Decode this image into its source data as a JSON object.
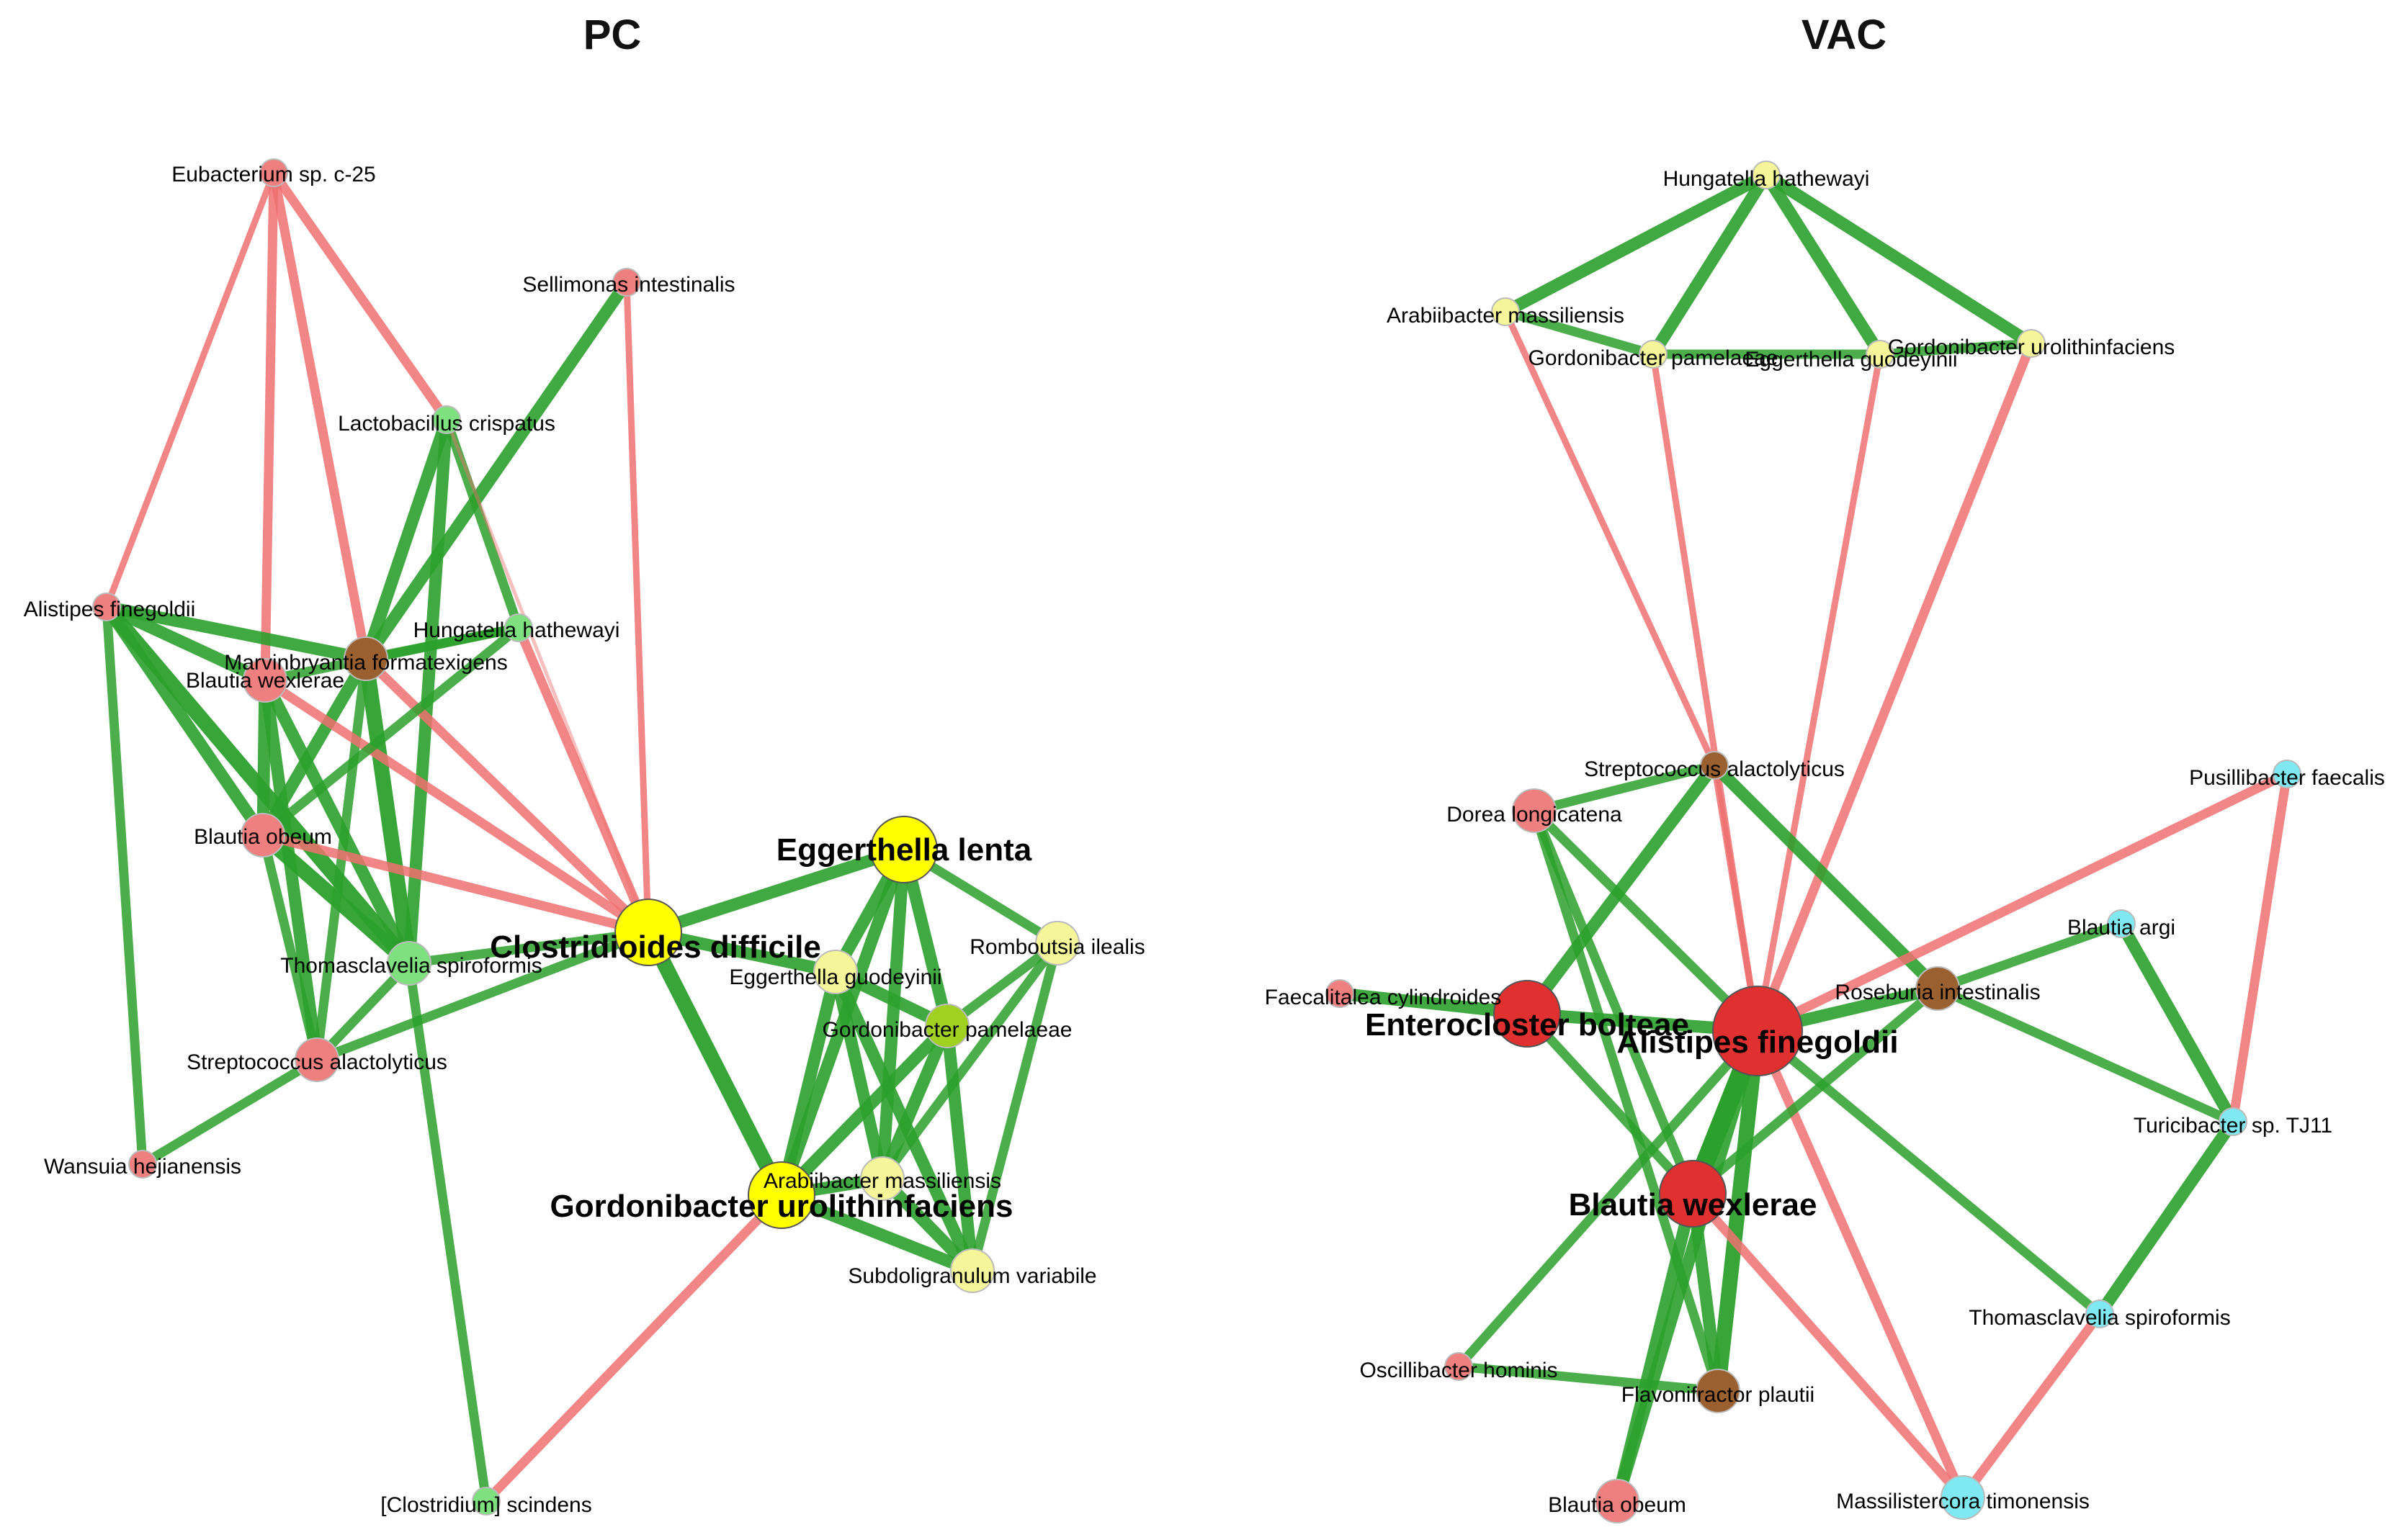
{
  "colors": {
    "positive_edge": "#2ca02c",
    "negative_edge": "#f07070",
    "group_red": "#f08080",
    "group_red_strong": "#e03030",
    "group_green": "#7fe07f",
    "group_yellow": "#ffff00",
    "group_yellow_soft": "#f5f59a",
    "group_cyan": "#7fe8f0",
    "group_brown": "#9a6030"
  },
  "panels": [
    {
      "title": "PC",
      "nodes": [
        {
          "id": "eub",
          "label": "Eubacterium sp. c-25",
          "group": "red",
          "size": "s"
        },
        {
          "id": "sel",
          "label": "Sellimonas intestinalis",
          "group": "red",
          "size": "s"
        },
        {
          "id": "lac",
          "label": "Lactobacillus crispatus",
          "group": "green",
          "size": "s"
        },
        {
          "id": "ali",
          "label": "Alistipes finegoldii",
          "group": "red",
          "size": "s"
        },
        {
          "id": "mar",
          "label": "Marvinbryantia formatexigens",
          "group": "brown",
          "size": "m"
        },
        {
          "id": "hun",
          "label": "Hungatella hathewayi",
          "group": "green",
          "size": "s"
        },
        {
          "id": "bwe",
          "label": "Blautia wexlerae",
          "group": "red",
          "size": "m"
        },
        {
          "id": "bob",
          "label": "Blautia obeum",
          "group": "red",
          "size": "m"
        },
        {
          "id": "tho",
          "label": "Thomasclavelia spiroformis",
          "group": "green",
          "size": "m"
        },
        {
          "id": "str",
          "label": "Streptococcus alactolyticus",
          "group": "red",
          "size": "m"
        },
        {
          "id": "wan",
          "label": "Wansuia hejianensis",
          "group": "red",
          "size": "s"
        },
        {
          "id": "cdi",
          "label": "Clostridioides difficile",
          "group": "yellow",
          "size": "l"
        },
        {
          "id": "ele",
          "label": "Eggerthella lenta",
          "group": "yellow",
          "size": "l"
        },
        {
          "id": "rom",
          "label": "Romboutsia ilealis",
          "group": "yellow_soft",
          "size": "m"
        },
        {
          "id": "egu",
          "label": "Eggerthella guodeyinii",
          "group": "yellow_soft",
          "size": "m"
        },
        {
          "id": "gpa",
          "label": "Gordonibacter pamelaeae",
          "group": "yellowgreen",
          "size": "m"
        },
        {
          "id": "ara",
          "label": "Arabiibacter massiliensis",
          "group": "yellow_soft",
          "size": "m"
        },
        {
          "id": "gur",
          "label": "Gordonibacter urolithinfaciens",
          "group": "yellow",
          "size": "l"
        },
        {
          "id": "sub",
          "label": "Subdoligranulum variabile",
          "group": "yellow_soft",
          "size": "m"
        },
        {
          "id": "csc",
          "label": "[Clostridium] scindens",
          "group": "green",
          "size": "s"
        }
      ],
      "edges": [
        [
          "eub",
          "ali",
          "neg",
          2
        ],
        [
          "eub",
          "bwe",
          "neg",
          3
        ],
        [
          "eub",
          "mar",
          "neg",
          3
        ],
        [
          "eub",
          "lac",
          "neg",
          3
        ],
        [
          "sel",
          "cdi",
          "neg",
          2
        ],
        [
          "sel",
          "mar",
          "pos",
          4
        ],
        [
          "lac",
          "mar",
          "pos",
          4
        ],
        [
          "lac",
          "tho",
          "pos",
          4
        ],
        [
          "lac",
          "hun",
          "pos",
          3
        ],
        [
          "lac",
          "cdi",
          "neg",
          1
        ],
        [
          "ali",
          "mar",
          "pos",
          4
        ],
        [
          "ali",
          "bwe",
          "pos",
          4
        ],
        [
          "ali",
          "tho",
          "pos",
          5
        ],
        [
          "ali",
          "bob",
          "pos",
          4
        ],
        [
          "mar",
          "bob",
          "pos",
          4
        ],
        [
          "mar",
          "str",
          "pos",
          3
        ],
        [
          "mar",
          "tho",
          "pos",
          5
        ],
        [
          "mar",
          "cdi",
          "neg",
          3
        ],
        [
          "mar",
          "hun",
          "pos",
          3
        ],
        [
          "bwe",
          "bob",
          "pos",
          4
        ],
        [
          "bwe",
          "tho",
          "pos",
          4
        ],
        [
          "bwe",
          "str",
          "pos",
          4
        ],
        [
          "bwe",
          "cdi",
          "neg",
          3
        ],
        [
          "bwe",
          "hun",
          "pos",
          3
        ],
        [
          "hun",
          "cdi",
          "neg",
          3
        ],
        [
          "hun",
          "bob",
          "pos",
          3
        ],
        [
          "bob",
          "tho",
          "pos",
          5
        ],
        [
          "bob",
          "cdi",
          "neg",
          3
        ],
        [
          "bob",
          "str",
          "pos",
          3
        ],
        [
          "tho",
          "str",
          "pos",
          3
        ],
        [
          "tho",
          "csc",
          "pos",
          3
        ],
        [
          "tho",
          "cdi",
          "pos",
          3
        ],
        [
          "str",
          "wan",
          "pos",
          3
        ],
        [
          "str",
          "cdi",
          "pos",
          3
        ],
        [
          "ali",
          "wan",
          "pos",
          3
        ],
        [
          "cdi",
          "ele",
          "pos",
          4
        ],
        [
          "cdi",
          "gur",
          "pos",
          5
        ],
        [
          "cdi",
          "egu",
          "pos",
          4
        ],
        [
          "ele",
          "rom",
          "pos",
          3
        ],
        [
          "ele",
          "egu",
          "pos",
          4
        ],
        [
          "ele",
          "gpa",
          "pos",
          4
        ],
        [
          "ele",
          "ara",
          "pos",
          4
        ],
        [
          "ele",
          "gur",
          "pos",
          4
        ],
        [
          "rom",
          "gpa",
          "pos",
          3
        ],
        [
          "rom",
          "sub",
          "pos",
          3
        ],
        [
          "rom",
          "ara",
          "pos",
          3
        ],
        [
          "egu",
          "gpa",
          "pos",
          4
        ],
        [
          "egu",
          "ara",
          "pos",
          4
        ],
        [
          "egu",
          "gur",
          "pos",
          4
        ],
        [
          "egu",
          "sub",
          "pos",
          4
        ],
        [
          "gpa",
          "ara",
          "pos",
          4
        ],
        [
          "gpa",
          "gur",
          "pos",
          4
        ],
        [
          "gpa",
          "sub",
          "pos",
          4
        ],
        [
          "ara",
          "sub",
          "pos",
          4
        ],
        [
          "gur",
          "sub",
          "pos",
          4
        ],
        [
          "gur",
          "ara",
          "pos",
          4
        ],
        [
          "gur",
          "csc",
          "neg",
          3
        ]
      ]
    },
    {
      "title": "VAC",
      "nodes": [
        {
          "id": "hun",
          "label": "Hungatella hathewayi",
          "group": "yellow_soft",
          "size": "s"
        },
        {
          "id": "ara",
          "label": "Arabiibacter massiliensis",
          "group": "yellow_soft",
          "size": "s"
        },
        {
          "id": "gpa",
          "label": "Gordonibacter pamelaeae",
          "group": "yellow_soft",
          "size": "s"
        },
        {
          "id": "egu",
          "label": "Eggerthella guodeyinii",
          "group": "yellow_soft",
          "size": "s"
        },
        {
          "id": "gur",
          "label": "Gordonibacter urolithinfaciens",
          "group": "yellow_soft",
          "size": "s"
        },
        {
          "id": "str",
          "label": "Streptococcus alactolyticus",
          "group": "brown",
          "size": "s"
        },
        {
          "id": "dor",
          "label": "Dorea longicatena",
          "group": "red",
          "size": "m"
        },
        {
          "id": "pus",
          "label": "Pusillibacter faecalis",
          "group": "cyan",
          "size": "s"
        },
        {
          "id": "bar",
          "label": "Blautia argi",
          "group": "cyan",
          "size": "s"
        },
        {
          "id": "fae",
          "label": "Faecalitalea cylindroides",
          "group": "red",
          "size": "s"
        },
        {
          "id": "ent",
          "label": "Enterocloster bolteae",
          "group": "red_strong",
          "size": "l"
        },
        {
          "id": "ali",
          "label": "Alistipes finegoldii",
          "group": "red_strong",
          "size": "xl"
        },
        {
          "id": "ros",
          "label": "Roseburia intestinalis",
          "group": "brown",
          "size": "m"
        },
        {
          "id": "tur",
          "label": "Turicibacter sp. TJ11",
          "group": "cyan",
          "size": "s"
        },
        {
          "id": "bwe",
          "label": "Blautia wexlerae",
          "group": "red_strong",
          "size": "l"
        },
        {
          "id": "tho",
          "label": "Thomasclavelia spiroformis",
          "group": "cyan",
          "size": "s"
        },
        {
          "id": "osc",
          "label": "Oscillibacter hominis",
          "group": "red",
          "size": "s"
        },
        {
          "id": "fla",
          "label": "Flavonifractor plautii",
          "group": "brown",
          "size": "m"
        },
        {
          "id": "bob",
          "label": "Blautia obeum",
          "group": "red",
          "size": "m"
        },
        {
          "id": "mas",
          "label": "Massilistercora timonensis",
          "group": "cyan",
          "size": "m"
        }
      ],
      "edges": [
        [
          "hun",
          "ara",
          "pos",
          4
        ],
        [
          "hun",
          "gpa",
          "pos",
          4
        ],
        [
          "hun",
          "egu",
          "pos",
          4
        ],
        [
          "hun",
          "gur",
          "pos",
          4
        ],
        [
          "ara",
          "gpa",
          "pos",
          3
        ],
        [
          "gpa",
          "egu",
          "pos",
          3
        ],
        [
          "egu",
          "gur",
          "pos",
          3
        ],
        [
          "ara",
          "str",
          "neg",
          2
        ],
        [
          "gpa",
          "ali",
          "neg",
          2
        ],
        [
          "egu",
          "ali",
          "neg",
          2
        ],
        [
          "gur",
          "ali",
          "neg",
          3
        ],
        [
          "str",
          "dor",
          "pos",
          3
        ],
        [
          "str",
          "ent",
          "pos",
          4
        ],
        [
          "str",
          "ros",
          "pos",
          4
        ],
        [
          "str",
          "ali",
          "neg",
          2
        ],
        [
          "dor",
          "bwe",
          "pos",
          3
        ],
        [
          "dor",
          "ali",
          "pos",
          3
        ],
        [
          "dor",
          "fla",
          "pos",
          3
        ],
        [
          "fae",
          "ent",
          "pos",
          4
        ],
        [
          "ent",
          "ali",
          "pos",
          4
        ],
        [
          "ent",
          "bwe",
          "pos",
          3
        ],
        [
          "ali",
          "ros",
          "pos",
          4
        ],
        [
          "ali",
          "bwe",
          "pos",
          6
        ],
        [
          "ali",
          "fla",
          "pos",
          5
        ],
        [
          "ali",
          "tho",
          "pos",
          3
        ],
        [
          "ali",
          "mas",
          "neg",
          3
        ],
        [
          "ali",
          "bob",
          "pos",
          4
        ],
        [
          "ali",
          "osc",
          "pos",
          3
        ],
        [
          "ali",
          "pus",
          "neg",
          3
        ],
        [
          "ros",
          "bwe",
          "pos",
          3
        ],
        [
          "ros",
          "bar",
          "pos",
          3
        ],
        [
          "ros",
          "tur",
          "pos",
          3
        ],
        [
          "bar",
          "tur",
          "pos",
          4
        ],
        [
          "pus",
          "tur",
          "neg",
          3
        ],
        [
          "tur",
          "tho",
          "pos",
          4
        ],
        [
          "tho",
          "mas",
          "neg",
          3
        ],
        [
          "bwe",
          "mas",
          "neg",
          3
        ],
        [
          "bwe",
          "fla",
          "pos",
          4
        ],
        [
          "bwe",
          "bob",
          "pos",
          4
        ],
        [
          "osc",
          "fla",
          "pos",
          3
        ]
      ]
    }
  ]
}
